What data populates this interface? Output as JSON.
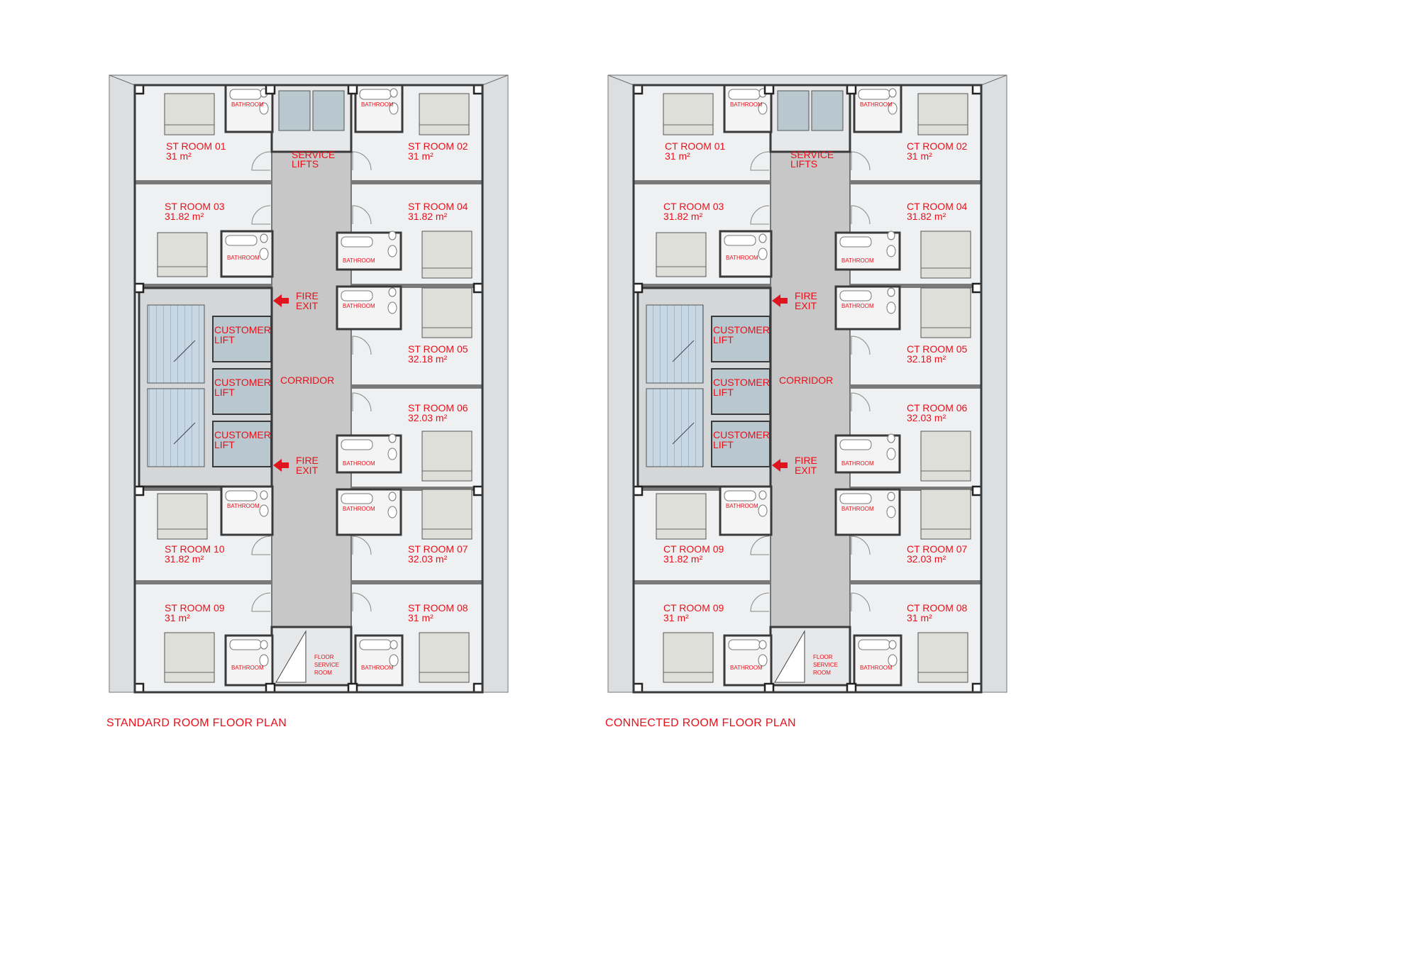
{
  "plans": [
    {
      "caption": "STANDARD ROOM FLOOR PLAN",
      "corridor": "CORRIDOR",
      "service_lifts": [
        "SERVICE",
        "LIFTS"
      ],
      "floor_service": [
        "FLOOR",
        "SERVICE",
        "ROOM"
      ],
      "fire_exit": [
        "FIRE",
        "EXIT"
      ],
      "customer_lift": [
        "CUSTOMER",
        "LIFT"
      ],
      "bathroom": "BATHROOM",
      "rooms": [
        {
          "name": "ST ROOM 01",
          "area": "31 m²"
        },
        {
          "name": "ST ROOM 02",
          "area": "31 m²"
        },
        {
          "name": "ST ROOM 03",
          "area": "31.82 m²"
        },
        {
          "name": "ST ROOM 04",
          "area": "31.82 m²"
        },
        {
          "name": "ST ROOM 05",
          "area": "32.18 m²"
        },
        {
          "name": "ST ROOM 06",
          "area": "32.03 m²"
        },
        {
          "name": "ST ROOM 10",
          "area": "31.82 m²"
        },
        {
          "name": "ST ROOM 07",
          "area": "32.03 m²"
        },
        {
          "name": "ST ROOM 09",
          "area": "31 m²"
        },
        {
          "name": "ST ROOM 08",
          "area": "31 m²"
        }
      ]
    },
    {
      "caption": "CONNECTED ROOM FLOOR PLAN",
      "corridor": "CORRIDOR",
      "service_lifts": [
        "SERVICE",
        "LIFTS"
      ],
      "floor_service": [
        "FLOOR",
        "SERVICE",
        "ROOM"
      ],
      "fire_exit": [
        "FIRE",
        "EXIT"
      ],
      "customer_lift": [
        "CUSTOMER",
        "LIFT"
      ],
      "bathroom": "BATHROOM",
      "rooms": [
        {
          "name": "CT ROOM 01",
          "area": "31 m²"
        },
        {
          "name": "CT ROOM 02",
          "area": "31 m²"
        },
        {
          "name": "CT ROOM 03",
          "area": "31.82 m²"
        },
        {
          "name": "CT ROOM 04",
          "area": "31.82 m²"
        },
        {
          "name": "CT ROOM 05",
          "area": "32.18 m²"
        },
        {
          "name": "CT ROOM 06",
          "area": "32.03 m²"
        },
        {
          "name": "CT ROOM 09",
          "area": "31.82 m²"
        },
        {
          "name": "CT ROOM 07",
          "area": "32.03 m²"
        },
        {
          "name": "CT ROOM 09",
          "area": "31 m²"
        },
        {
          "name": "CT ROOM 08",
          "area": "31 m²"
        }
      ]
    }
  ],
  "colors": {
    "label": "#e8101a",
    "room_floor": "#eef0f1",
    "corridor": "#c7c7c7",
    "stair": "#c8d7e2",
    "lift": "#b9c7cf",
    "wall": "#3a3a3a",
    "bed": "#dedfd8"
  }
}
